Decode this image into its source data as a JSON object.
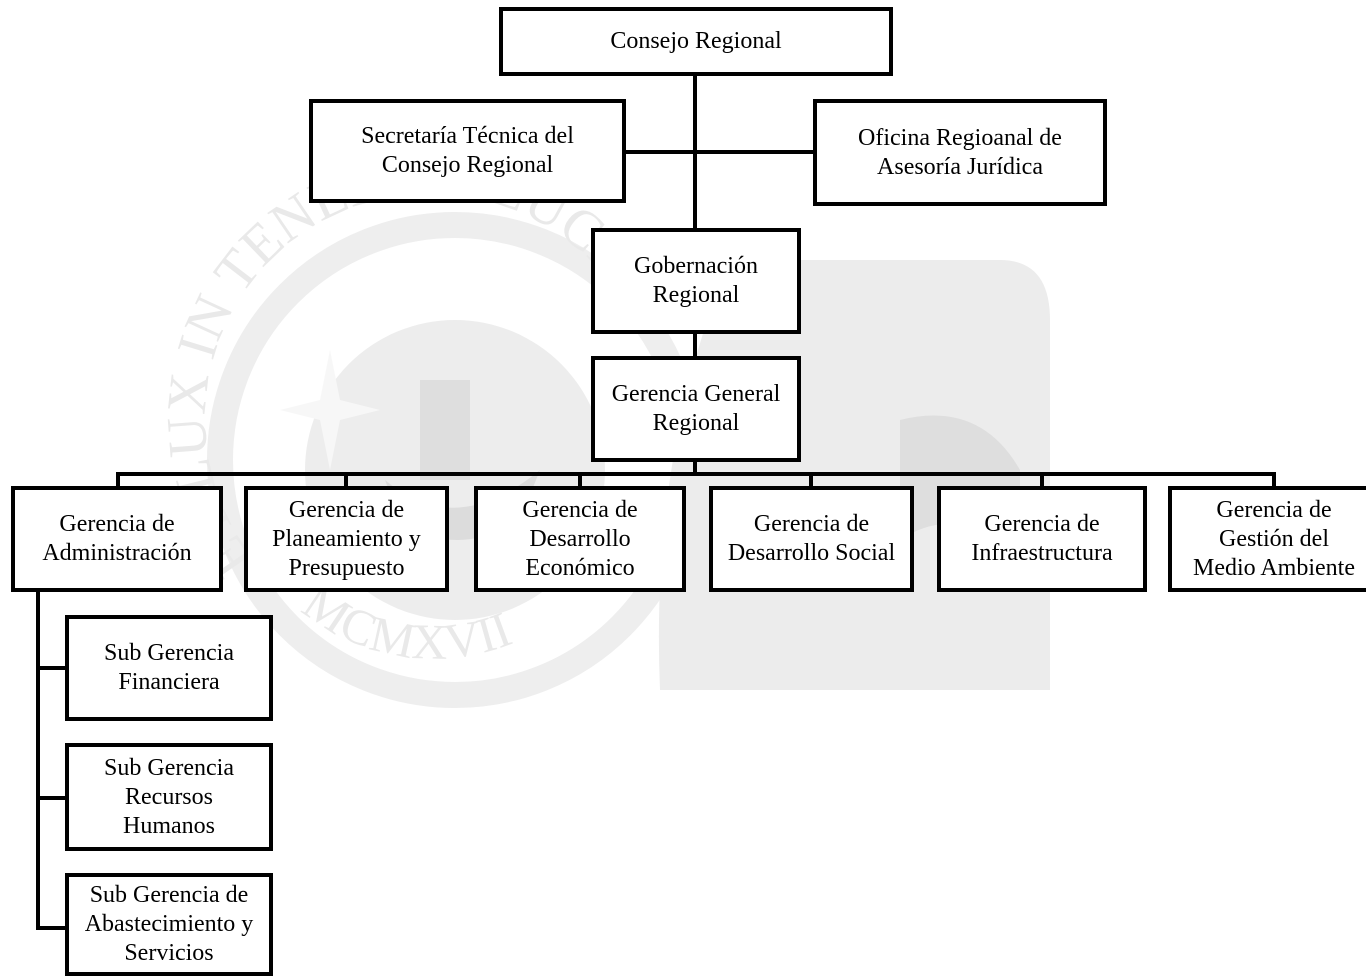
{
  "org_chart": {
    "consejo_regional": [
      "Consejo Regional"
    ],
    "secretaria_tecnica": [
      "Secretaría Técnica del",
      "Consejo Regional"
    ],
    "oficina_asesoria": [
      "Oficina Regioanal de",
      "Asesoría Jurídica"
    ],
    "gobernacion": [
      "Gobernación",
      "Regional"
    ],
    "gerencia_general": [
      "Gerencia General",
      "Regional"
    ],
    "gerencia_administracion": [
      "Gerencia de",
      "Administración"
    ],
    "gerencia_planeamiento": [
      "Gerencia de",
      "Planeamiento y",
      "Presupuesto"
    ],
    "gerencia_desarrollo_economico": [
      "Gerencia de",
      "Desarrollo",
      "Económico"
    ],
    "gerencia_desarrollo_social": [
      "Gerencia de",
      "Desarrollo Social"
    ],
    "gerencia_infraestructura": [
      "Gerencia de",
      "Infraestructura"
    ],
    "gerencia_medio_ambiente": [
      "Gerencia de",
      "Gestión del",
      "Medio Ambiente"
    ],
    "sub_gerencia_financiera": [
      "Sub Gerencia",
      "Financiera"
    ],
    "sub_gerencia_rrhh": [
      "Sub Gerencia",
      "Recursos",
      "Humanos"
    ],
    "sub_gerencia_abastecimiento": [
      "Sub Gerencia de",
      "Abastecimiento y",
      "Servicios"
    ]
  },
  "watermark": {
    "motto": "ET LUX IN TENEBRIS LUCET",
    "year": "MCMXVII",
    "color": "#e6e6e6"
  },
  "colors": {
    "line": "#000000",
    "box_border": "#000000",
    "box_fill": "#ffffff"
  }
}
